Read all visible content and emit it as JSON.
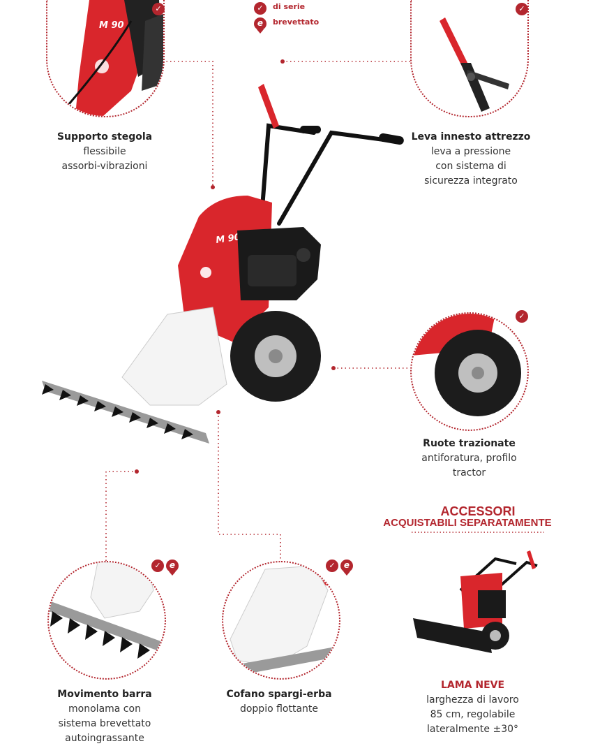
{
  "legend": {
    "standard": "di serie",
    "patented": "brevettato"
  },
  "features": {
    "handle_support": {
      "title": "Supporto stegola",
      "lines": [
        "flessibile",
        "assorbi-vibrazioni"
      ]
    },
    "engage_lever": {
      "title": "Leva innesto attrezzo",
      "lines": [
        "leva a pressione",
        "con sistema di",
        "sicurezza integrato"
      ]
    },
    "drive_wheels": {
      "title": "Ruote trazionate",
      "lines": [
        "antiforatura, profilo",
        "tractor"
      ]
    },
    "bar_movement": {
      "title": "Movimento barra",
      "lines": [
        "monolama con",
        "sistema brevettato",
        "autoingrassante"
      ]
    },
    "grass_cover": {
      "title": "Cofano spargi-erba",
      "lines": [
        "doppio flottante"
      ]
    }
  },
  "accessories": {
    "heading": "ACCESSORI",
    "subheading": "ACQUISTABILI SEPARATAMENTE",
    "item": {
      "title": "LAMA NEVE",
      "lines": [
        "larghezza di lavoro",
        "85 cm, regolabile",
        "lateralmente ±30°"
      ]
    }
  },
  "product": {
    "model_label": "M 90"
  },
  "colors": {
    "accent": "#b3262e",
    "machine_red": "#d9262c"
  }
}
